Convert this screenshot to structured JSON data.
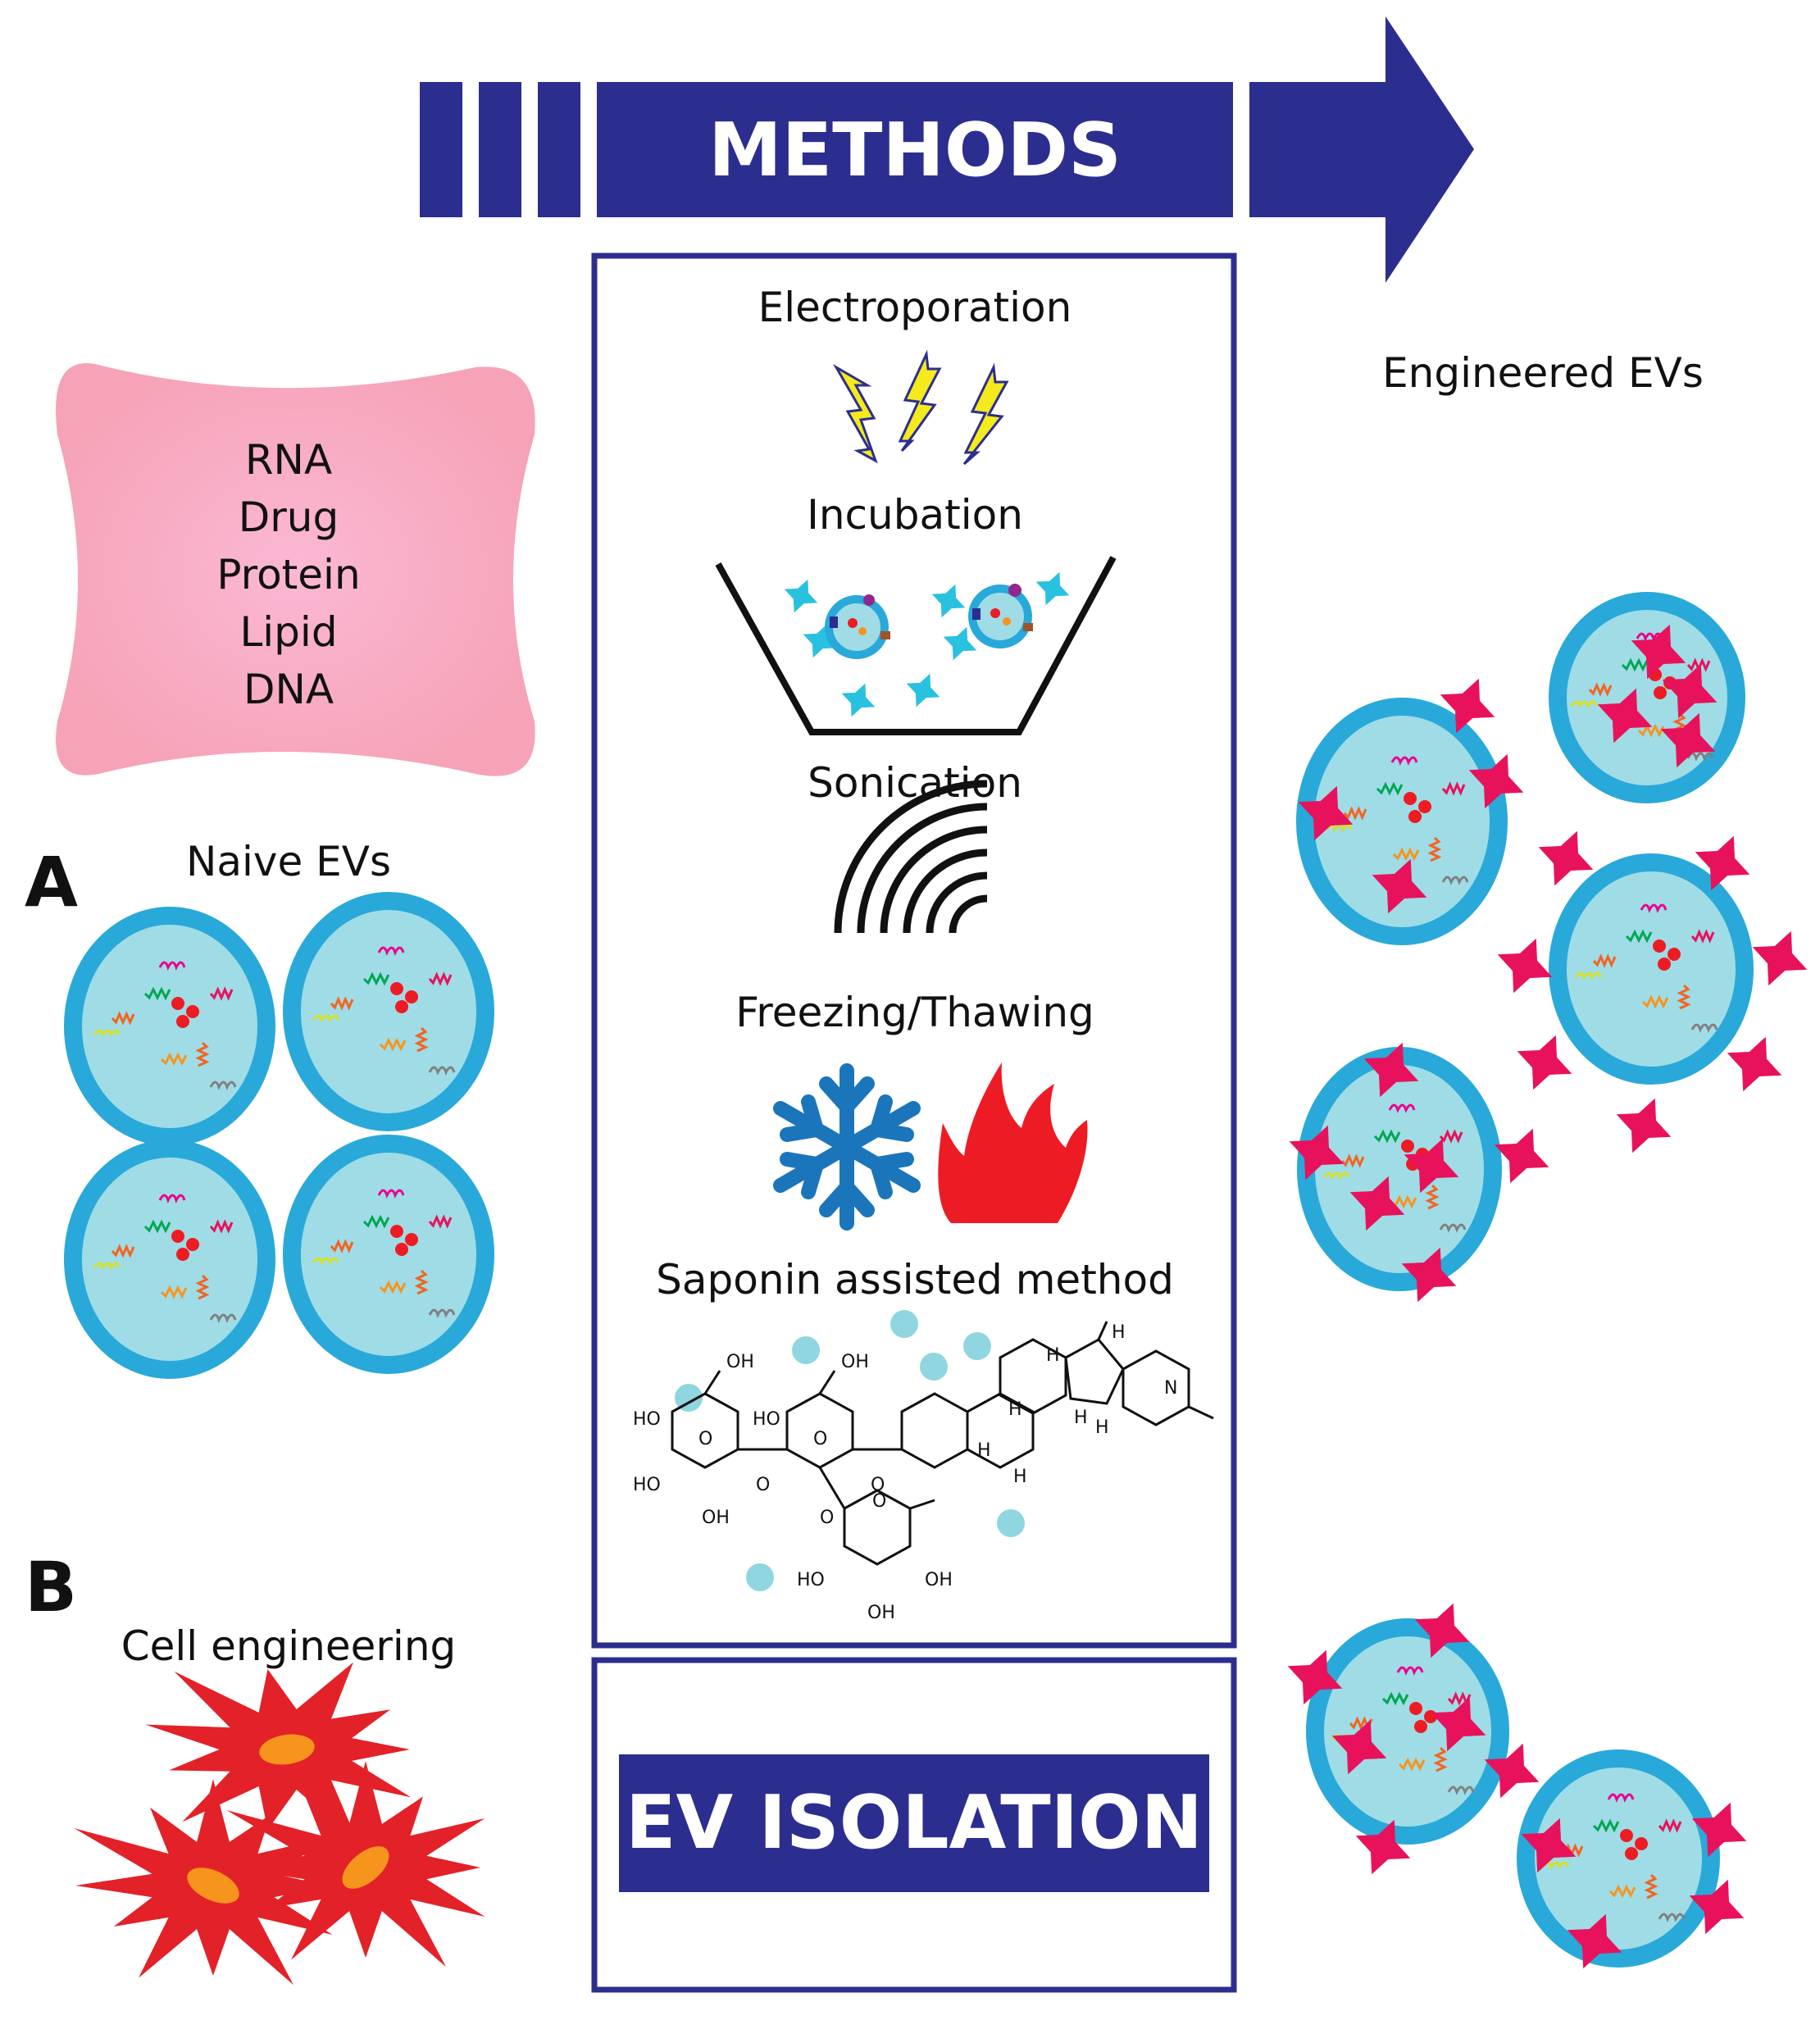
{
  "banner": {
    "methods_label": "METHODS"
  },
  "methods": [
    {
      "label": "Electroporation",
      "icon": "lightning-bolts-icon"
    },
    {
      "label": "Incubation",
      "icon": "incubation-dish-icon"
    },
    {
      "label": "Sonication",
      "icon": "sound-waves-icon"
    },
    {
      "label": "Freezing/Thawing",
      "icon": "snowflake-flame-icon"
    },
    {
      "label": "Saponin assisted method",
      "icon": "saponin-structure-icon"
    }
  ],
  "cargo": {
    "items": [
      "RNA",
      "Drug",
      "Protein",
      "Lipid",
      "DNA"
    ]
  },
  "panel_a": {
    "letter": "A",
    "label": "Naive EVs"
  },
  "panel_b": {
    "letter": "B",
    "label": "Cell engineering"
  },
  "engineered": {
    "label": "Engineered EVs"
  },
  "isolation": {
    "label": "EV ISOLATION"
  },
  "chemistry_labels": [
    "OH",
    "OH",
    "HO",
    "HO",
    "HO",
    "OH",
    "O",
    "O",
    "O",
    "O",
    "O",
    "O",
    "H",
    "H",
    "H",
    "H",
    "H",
    "H",
    "N",
    "HO",
    "OH",
    "OH",
    "H"
  ],
  "colors": {
    "navy": "#2b2e8f",
    "cargo_pink": "#f6a3b7",
    "membrane": "#29a9d9",
    "lumen": "#9fdce6",
    "magenta": "#e8125c",
    "lightning": "#f4ea1c",
    "snowflake": "#1b75bb",
    "flame": "#ed1c24",
    "cell_red": "#e32128",
    "nucleus": "#f7941d",
    "dot_cyan": "#8fd6e0"
  }
}
